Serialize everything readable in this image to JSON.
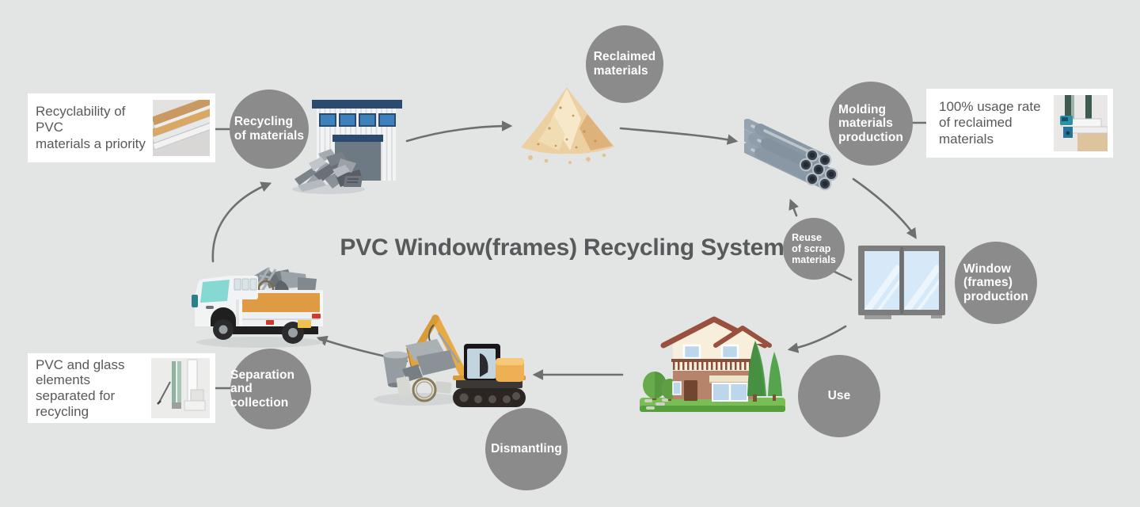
{
  "title": "PVC Window(frames) Recycling System",
  "colors": {
    "background": "#e3e4e4",
    "node_fill": "#8b8b8b",
    "node_text": "#ffffff",
    "arrow": "#6f6f6f",
    "title_text": "#58595b",
    "callout_bg": "#ffffff",
    "callout_text": "#58595b",
    "factory_navy": "#2c4a70",
    "factory_window_blue": "#3e82bd",
    "powder_tan": "#ecd0a2",
    "pipe_steel": "#95a2af",
    "house_roof": "#99503f",
    "excavator_orange": "#e8aa45",
    "truck_bed_orange": "#df9b44"
  },
  "cycle": {
    "recycling": {
      "label": "Recycling\nof materials"
    },
    "reclaimed": {
      "label": "Reclaimed\nmaterials"
    },
    "molding": {
      "label": "Molding\nmaterials\nproduction"
    },
    "reuse": {
      "label": "Reuse\nof scrap\nmaterials"
    },
    "window_production": {
      "label": "Window\n(frames)\nproduction"
    },
    "use": {
      "label": "Use"
    },
    "dismantling": {
      "label": "Dismantling"
    },
    "separation": {
      "label": "Separation\nand collection"
    }
  },
  "callouts": {
    "recyclability": {
      "text": "Recyclability of PVC\nmaterials a priority",
      "image": "pvc-profiles-photo"
    },
    "usage_rate": {
      "text": "100% usage rate\nof reclaimed materials",
      "image": "window-sill-cross-section-photo"
    },
    "pvc_glass": {
      "text": "PVC and glass\nelements\nseparated for\nrecycling",
      "image": "glazing-cross-section-photo"
    }
  },
  "illustrations": [
    "recycling-factory",
    "scrap-profile-pile",
    "reclaimed-powder-pile",
    "pvc-pipes-bundle",
    "pvc-window-frame",
    "house",
    "excavator-dismantling",
    "collection-truck"
  ]
}
